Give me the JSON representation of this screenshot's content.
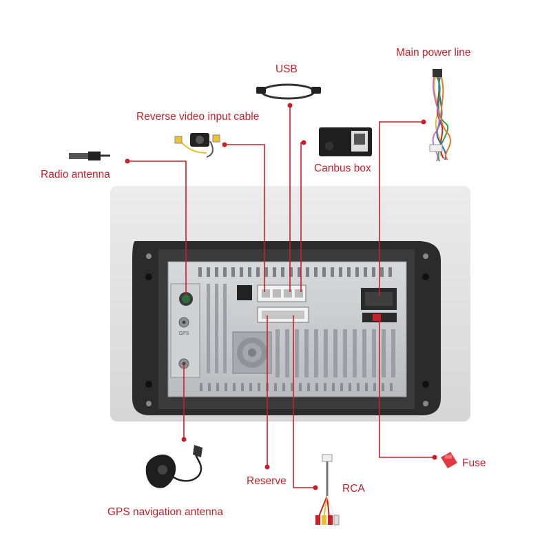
{
  "labels": {
    "usb": "USB",
    "main_power_line": "Main power line",
    "reverse_video": "Reverse video input cable",
    "canbus_box": "Canbus box",
    "radio_antenna": "Radio antenna",
    "fuse": "Fuse",
    "reserve": "Reserve",
    "rca": "RCA",
    "gps_antenna": "GPS navigation antenna"
  },
  "panel": {
    "gps_port_text": "GPS"
  },
  "colors": {
    "accent": "#c8202a",
    "panel_background": "#e3e3e3",
    "frame": "#2a2a2a",
    "chassis": "#c9cbcd"
  }
}
